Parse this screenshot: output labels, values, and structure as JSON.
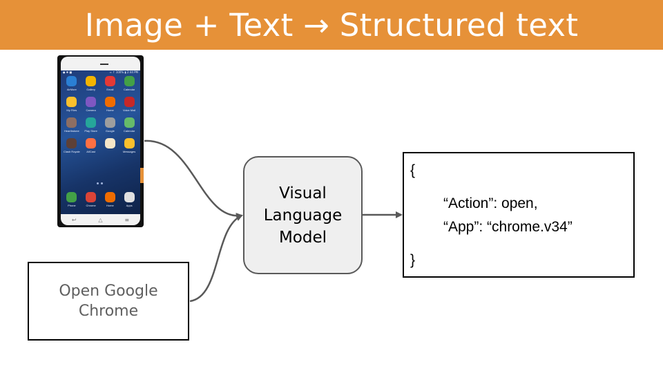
{
  "title": "Image + Text → Structured text",
  "phone": {
    "status_left": "● ✱ ■",
    "status_right": "≈ ↑ 100% ▮ 2:44 PM",
    "apps": [
      {
        "label": "AirMore",
        "icon": "airmore-icon",
        "color": "#2a7fd4"
      },
      {
        "label": "Gallery",
        "icon": "gallery-icon",
        "color": "#f4b400"
      },
      {
        "label": "Email",
        "icon": "email-icon",
        "color": "#e53935"
      },
      {
        "label": "Calendar",
        "icon": "calendar-icon",
        "color": "#43a047"
      },
      {
        "label": "My Files",
        "icon": "folder-icon",
        "color": "#fbc02d"
      },
      {
        "label": "Camera",
        "icon": "camera-icon",
        "color": "#7e57c2"
      },
      {
        "label": "Home",
        "icon": "home-icon",
        "color": "#ef6c00"
      },
      {
        "label": "Voice Mail",
        "icon": "voicemail-icon",
        "color": "#c62828"
      },
      {
        "label": "Hearthstone",
        "icon": "hearthstone-icon",
        "color": "#8d6e63"
      },
      {
        "label": "Play Store",
        "icon": "play-store-icon",
        "color": "#26a69a"
      },
      {
        "label": "Google",
        "icon": "google-folder-icon",
        "color": "#9e9e9e"
      },
      {
        "label": "Calendar",
        "icon": "calendar-icon",
        "color": "#66bb6a"
      },
      {
        "label": "Clash Royale",
        "icon": "clash-royale-icon",
        "color": "#5d4037"
      },
      {
        "label": "AllCast",
        "icon": "allcast-icon",
        "color": "#ff7043"
      },
      {
        "label": "",
        "icon": "app-icon",
        "color": "#f5e6c8"
      },
      {
        "label": "Messages",
        "icon": "messages-icon",
        "color": "#fbc02d"
      }
    ],
    "dock": [
      {
        "label": "Phone",
        "icon": "phone-icon",
        "color": "#43a047"
      },
      {
        "label": "Chrome",
        "icon": "chrome-icon",
        "color": "#db4437"
      },
      {
        "label": "Home",
        "icon": "home-icon",
        "color": "#ef6c00"
      },
      {
        "label": "Apps",
        "icon": "apps-grid-icon",
        "color": "#e0e0e0"
      }
    ],
    "nav": [
      "↩",
      "△",
      "≡"
    ]
  },
  "input_text": "Open Google\nChrome",
  "model_label": "Visual\nLanguage\nModel",
  "output": {
    "open_brace": "{",
    "line1": "“Action”: open,",
    "line2": "“App”: “chrome.v34”",
    "close_brace": "}"
  },
  "colors": {
    "title_bg": "#e69138",
    "model_bg": "#efefef",
    "arrow": "#595959"
  }
}
